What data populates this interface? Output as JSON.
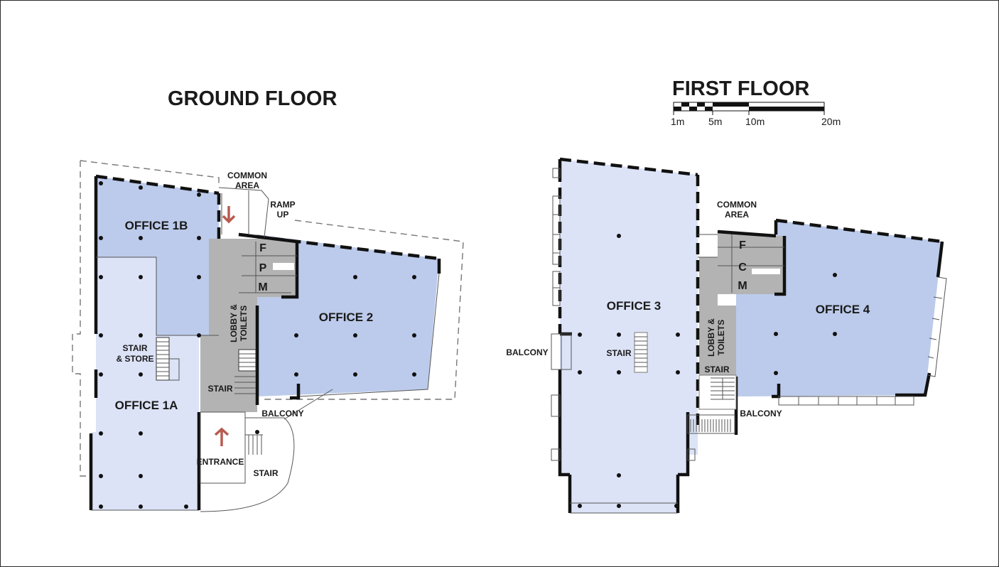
{
  "ground_floor": {
    "title": "GROUND FLOOR",
    "rooms": {
      "office_1b": "OFFICE 1B",
      "office_1a": "OFFICE 1A",
      "office_2": "OFFICE 2",
      "stair_store_line1": "STAIR",
      "stair_store_line2": "& STORE",
      "lobby_line1": "LOBBY &",
      "lobby_line2": "TOILETS",
      "stair": "STAIR",
      "balcony": "BALCONY",
      "entrance": "ENTRANCE",
      "stair_ext": "STAIR",
      "common_line1": "COMMON",
      "common_line2": "AREA",
      "ramp_line1": "RAMP",
      "ramp_line2": "UP",
      "toilet_f": "F",
      "toilet_p": "P",
      "toilet_m": "M"
    }
  },
  "first_floor": {
    "title": "FIRST FLOOR",
    "rooms": {
      "office_3": "OFFICE 3",
      "office_4": "OFFICE 4",
      "stair_internal": "STAIR",
      "balcony_left": "BALCONY",
      "balcony_right": "BALCONY",
      "lobby_line1": "LOBBY &",
      "lobby_line2": "TOILETS",
      "stair": "STAIR",
      "common_line1": "COMMON",
      "common_line2": "AREA",
      "toilet_f": "F",
      "toilet_c": "C",
      "toilet_m": "M"
    }
  },
  "scale_bar": {
    "labels": [
      "1m",
      "5m",
      "10m",
      "20m"
    ]
  },
  "colors": {
    "office_light": "#dce3f7",
    "office_mid": "#bccbeb",
    "core_grey": "#b3b3b3",
    "arrow_red": "#b85a50"
  }
}
